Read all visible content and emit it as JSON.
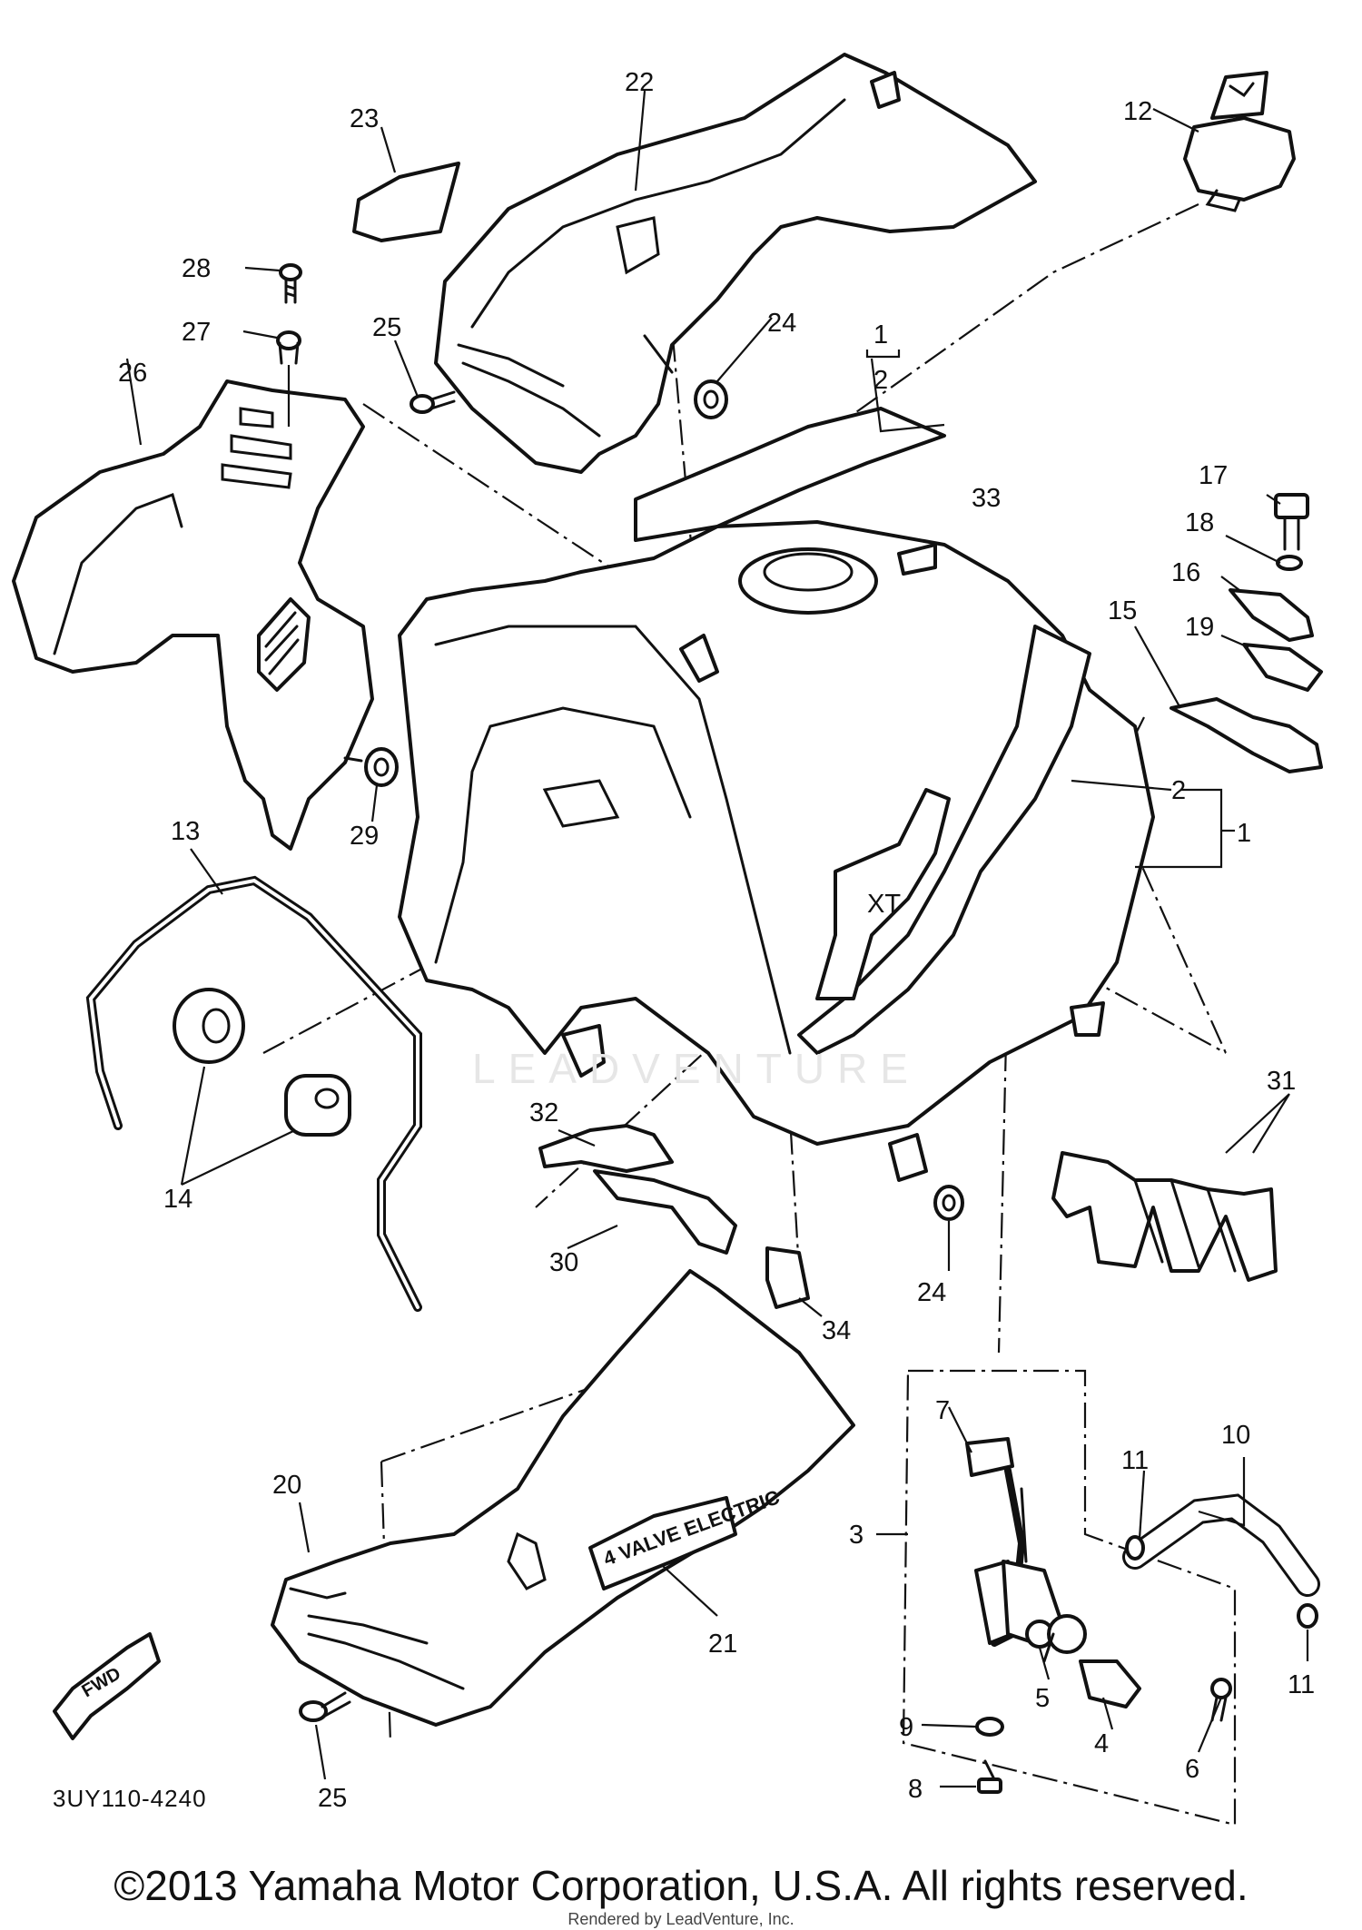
{
  "callouts": [
    {
      "id": "1",
      "text": "1"
    },
    {
      "id": "2",
      "text": "2"
    },
    {
      "id": "3",
      "text": "3"
    },
    {
      "id": "4",
      "text": "4"
    },
    {
      "id": "5",
      "text": "5"
    },
    {
      "id": "6",
      "text": "6"
    },
    {
      "id": "7",
      "text": "7"
    },
    {
      "id": "8",
      "text": "8"
    },
    {
      "id": "9",
      "text": "9"
    },
    {
      "id": "10",
      "text": "10"
    },
    {
      "id": "11",
      "text": "11"
    },
    {
      "id": "12",
      "text": "12"
    },
    {
      "id": "13",
      "text": "13"
    },
    {
      "id": "14",
      "text": "14"
    },
    {
      "id": "15",
      "text": "15"
    },
    {
      "id": "16",
      "text": "16"
    },
    {
      "id": "17",
      "text": "17"
    },
    {
      "id": "18",
      "text": "18"
    },
    {
      "id": "19",
      "text": "19"
    },
    {
      "id": "20",
      "text": "20"
    },
    {
      "id": "21",
      "text": "21"
    },
    {
      "id": "22",
      "text": "22"
    },
    {
      "id": "23",
      "text": "23"
    },
    {
      "id": "24",
      "text": "24"
    },
    {
      "id": "25",
      "text": "25"
    },
    {
      "id": "26",
      "text": "26"
    },
    {
      "id": "27",
      "text": "27"
    },
    {
      "id": "28",
      "text": "28"
    },
    {
      "id": "29",
      "text": "29"
    },
    {
      "id": "30",
      "text": "30"
    },
    {
      "id": "31",
      "text": "31"
    },
    {
      "id": "32",
      "text": "32"
    },
    {
      "id": "33",
      "text": "33"
    },
    {
      "id": "34",
      "text": "34"
    }
  ],
  "diagram_code": "3UY110-4240",
  "fwd_label": "FWD",
  "tank_logo": "XT",
  "decal_text": "4 VALVE ELECTRIC",
  "watermark": "LEADVENTURE",
  "copyright": "©2013 Yamaha Motor Corporation, U.S.A. All rights reserved.",
  "rendered_by": "Rendered by LeadVenture, Inc."
}
